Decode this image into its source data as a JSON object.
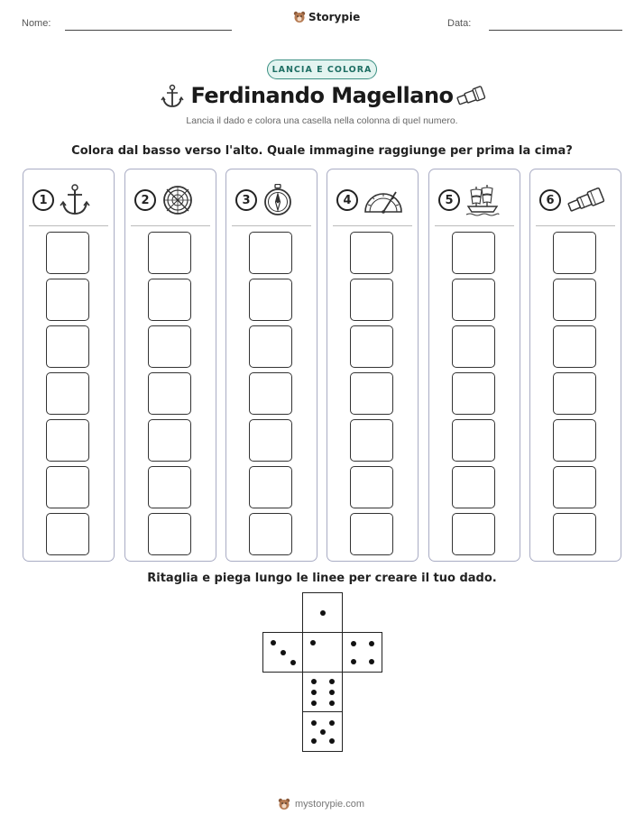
{
  "header": {
    "name_label": "Nome:",
    "date_label": "Data:",
    "brand": "Storypie"
  },
  "badge": "LANCIA E COLORA",
  "title": "Ferdinando Magellano",
  "subtitle": "Lancia il dado e colora una casella nella colonna di quel numero.",
  "instruction": "Colora dal basso verso l'alto. Quale immagine raggiunge per prima la cima?",
  "columns": [
    {
      "number": "1",
      "icon": "anchor-icon"
    },
    {
      "number": "2",
      "icon": "astrolabe-icon"
    },
    {
      "number": "3",
      "icon": "compass-icon"
    },
    {
      "number": "4",
      "icon": "sextant-icon"
    },
    {
      "number": "5",
      "icon": "ship-icon"
    },
    {
      "number": "6",
      "icon": "telescope-icon"
    }
  ],
  "boxes_per_column": 7,
  "cut_instruction": "Ritaglia e piega lungo le linee per creare il tuo dado.",
  "die_faces": [
    1,
    3,
    1,
    4,
    6,
    5
  ],
  "footer": "mystorypie.com",
  "colors": {
    "accent": "#3a8f82",
    "column_border": "#a9acc4"
  }
}
